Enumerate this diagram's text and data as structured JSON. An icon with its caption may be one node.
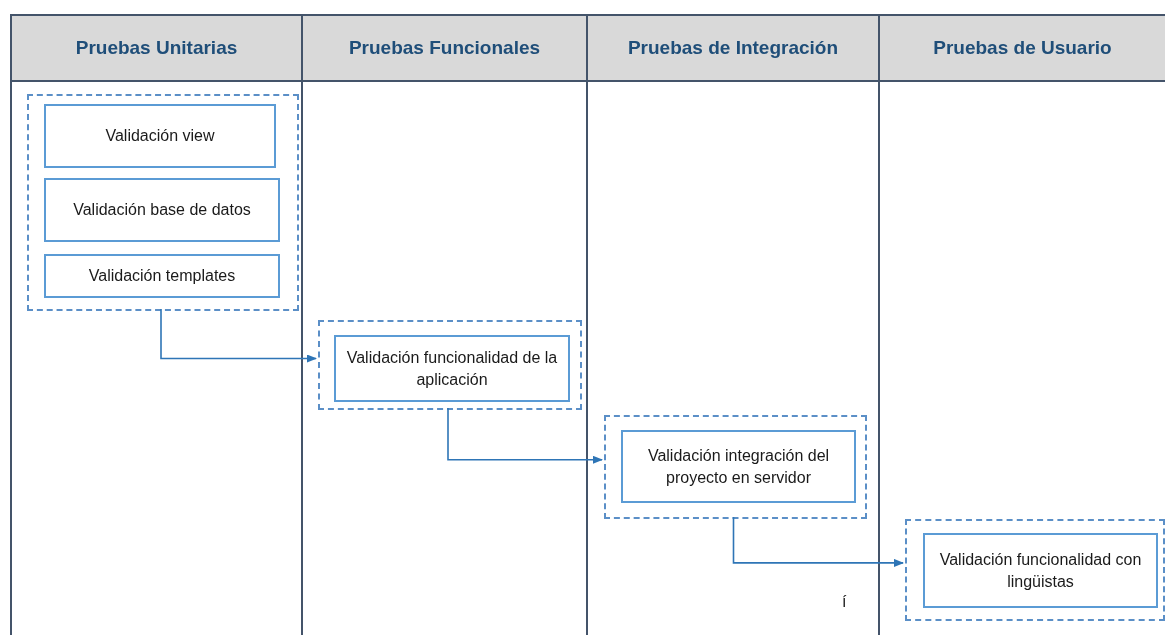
{
  "diagram": {
    "nodes": [
      {
        "text": [
          "Pruebas Unitarias"
        ]
      },
      {
        "text": [
          "Pruebas Funcionales"
        ]
      },
      {
        "text": [
          "Pruebas de Integración"
        ]
      },
      {
        "text": [
          "Pruebas de Usuario"
        ]
      },
      {
        "text": [],
        "shape": "box",
        "in": 0
      },
      {
        "text": [
          "Validación view"
        ],
        "in": 4
      },
      {
        "text": [
          "Validación base de datos"
        ],
        "in": 4
      },
      {
        "text": [
          "Validación templates"
        ],
        "in": 4
      },
      {
        "text": [],
        "shape": "box",
        "in": 1
      },
      {
        "text": [
          "Validación funcionalidad de la aplicación"
        ],
        "in": 8
      },
      {
        "text": [],
        "shape": "box",
        "in": 2
      },
      {
        "text": [
          "Validación integración del proyecto en servidor"
        ],
        "in": 10
      },
      {
        "text": [],
        "shape": "box",
        "in": 3
      },
      {
        "text": [
          "Validación funcionalidad con lingüistas"
        ],
        "in": 12
      }
    ],
    "edges": [
      {
        "from": 4,
        "to": 8,
        "arrow": "to"
      },
      {
        "from": 8,
        "to": 10,
        "arrow": "to"
      },
      {
        "from": 10,
        "to": 12,
        "arrow": "to"
      }
    ],
    "labels": [
      "í"
    ]
  }
}
